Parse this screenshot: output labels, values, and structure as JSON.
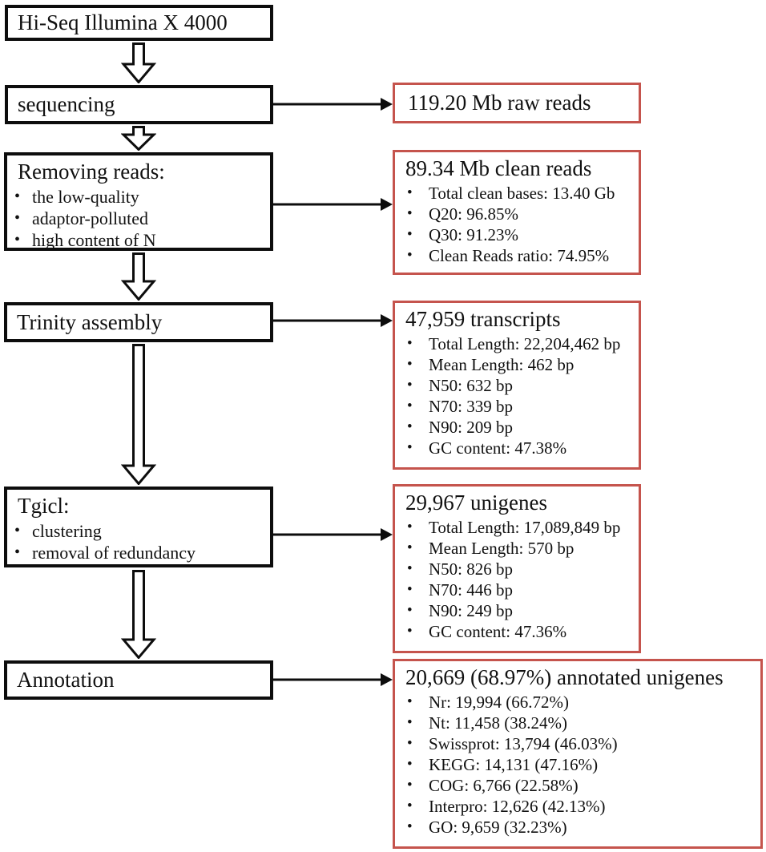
{
  "flow": {
    "process": [
      {
        "title": "Hi-Seq Illumina X 4000",
        "bullets": []
      },
      {
        "title": "sequencing",
        "bullets": []
      },
      {
        "title": "Removing reads:",
        "bullets": [
          "the low-quality",
          "adaptor-polluted",
          "high content of N"
        ]
      },
      {
        "title": "Trinity assembly",
        "bullets": []
      },
      {
        "title": "Tgicl:",
        "bullets": [
          "clustering",
          "removal of redundancy"
        ]
      },
      {
        "title": "Annotation",
        "bullets": []
      }
    ],
    "results": [
      {
        "title": "119.20 Mb raw reads",
        "bullets": []
      },
      {
        "title": "89.34 Mb clean reads",
        "bullets": [
          "Total clean bases: 13.40 Gb",
          "Q20: 96.85%",
          "Q30: 91.23%",
          "Clean Reads ratio: 74.95%"
        ]
      },
      {
        "title": "47,959 transcripts",
        "bullets": [
          "Total Length: 22,204,462 bp",
          "Mean Length: 462 bp",
          "N50: 632 bp",
          "N70: 339 bp",
          "N90: 209 bp",
          "GC content: 47.38%"
        ]
      },
      {
        "title": "29,967 unigenes",
        "bullets": [
          "Total Length: 17,089,849 bp",
          "Mean Length: 570 bp",
          "N50: 826 bp",
          "N70: 446 bp",
          "N90: 249 bp",
          "GC content: 47.36%"
        ]
      },
      {
        "title": "20,669 (68.97%) annotated unigenes",
        "bullets": [
          "Nr: 19,994 (66.72%)",
          "Nt: 11,458 (38.24%)",
          "Swissprot: 13,794 (46.03%)",
          "KEGG: 14,131 (47.16%)",
          "COG: 6,766 (22.58%)",
          "Interpro: 12,626 (42.13%)",
          "GO: 9,659 (32.23%)"
        ]
      }
    ],
    "colors": {
      "process_border": "#0d0d0d",
      "result_border": "#c5544d",
      "text": "#111111",
      "background": "#ffffff"
    }
  }
}
